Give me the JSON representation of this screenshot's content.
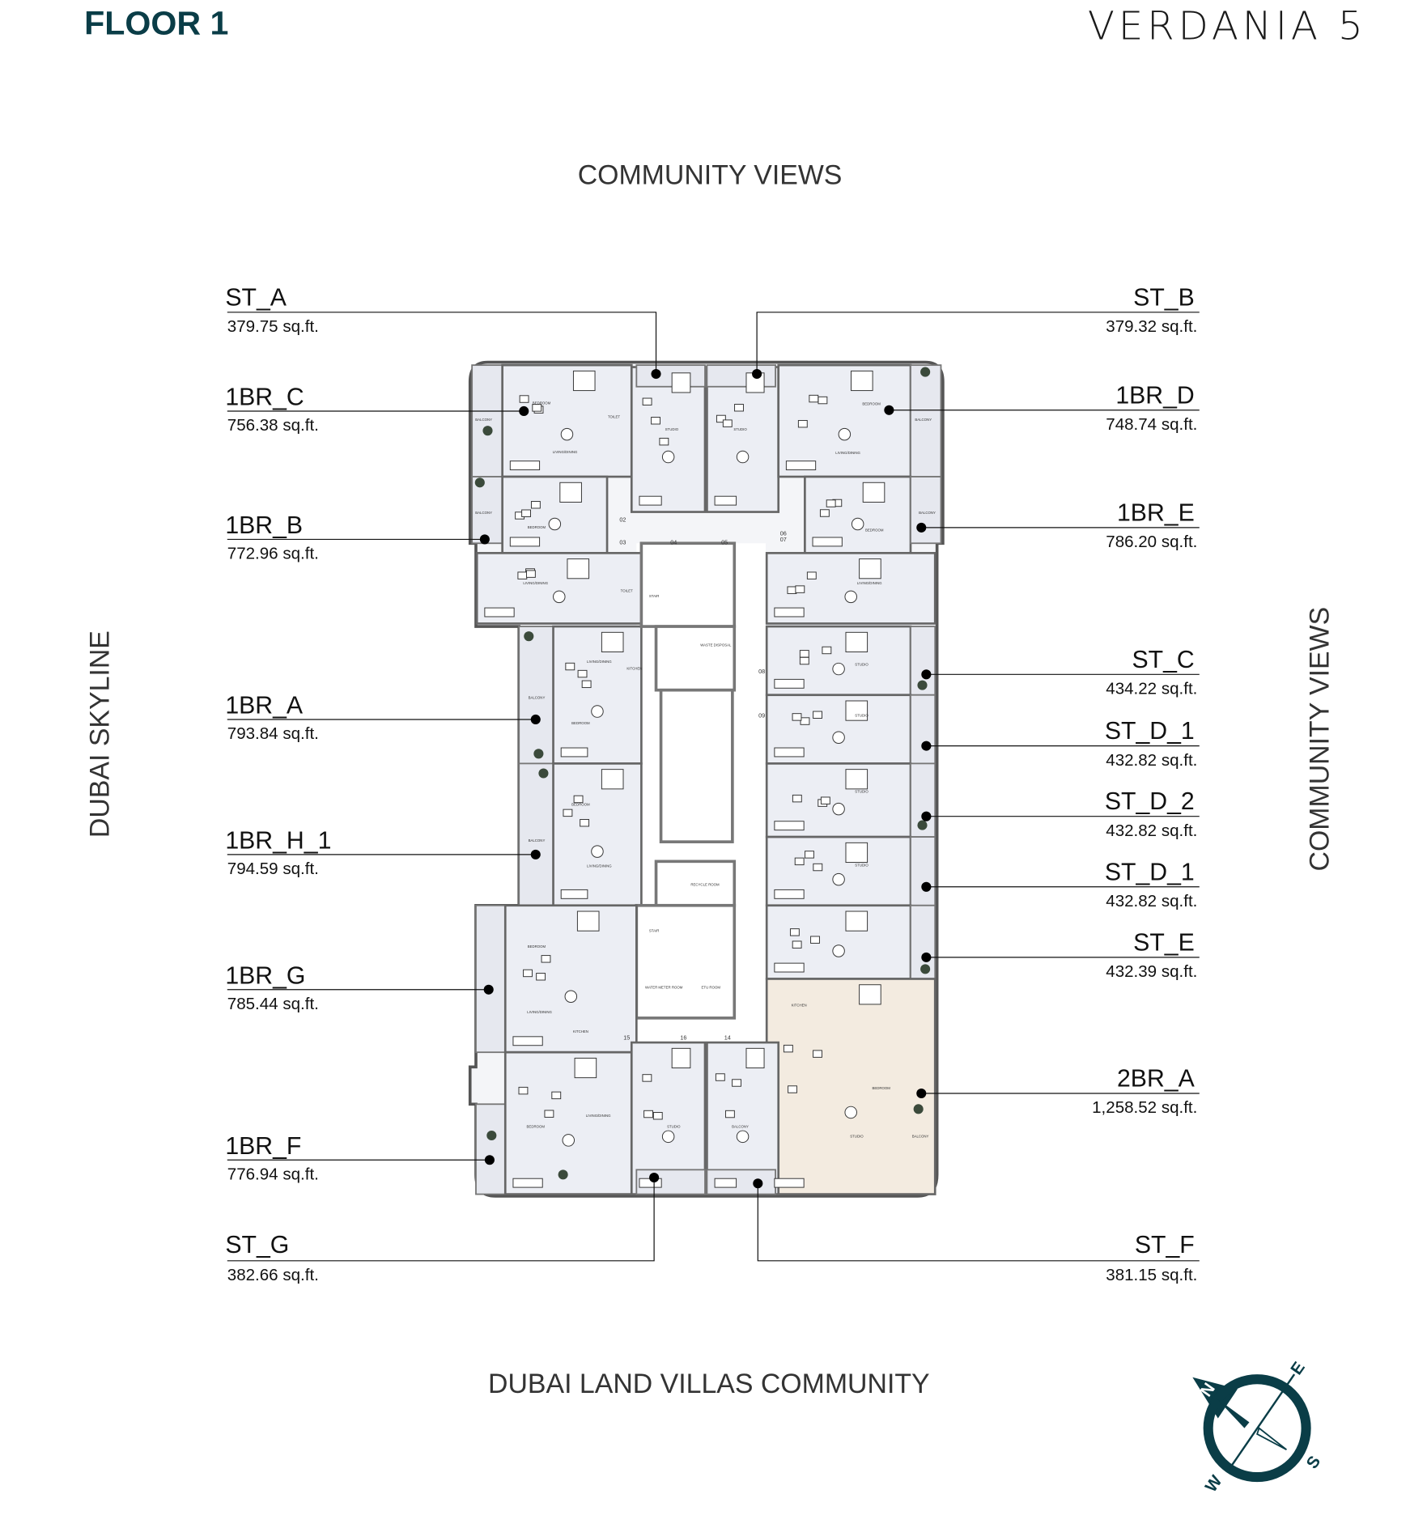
{
  "header": {
    "floor_title": "FLOOR 1",
    "project_name": "VERDANIA 5"
  },
  "views": {
    "top": "COMMUNITY VIEWS",
    "left": "DUBAI SKYLINE",
    "right": "COMMUNITY VIEWS",
    "bottom": "DUBAI LAND VILLAS COMMUNITY"
  },
  "units_left": [
    {
      "name": "ST_A",
      "area": "379.75 sq.ft."
    },
    {
      "name": "1BR_C",
      "area": "756.38 sq.ft."
    },
    {
      "name": "1BR_B",
      "area": "772.96 sq.ft."
    },
    {
      "name": "1BR_A",
      "area": "793.84 sq.ft."
    },
    {
      "name": "1BR_H_1",
      "area": "794.59 sq.ft."
    },
    {
      "name": "1BR_G",
      "area": "785.44 sq.ft."
    },
    {
      "name": "1BR_F",
      "area": "776.94 sq.ft."
    },
    {
      "name": "ST_G",
      "area": "382.66 sq.ft."
    }
  ],
  "units_right": [
    {
      "name": "ST_B",
      "area": "379.32 sq.ft."
    },
    {
      "name": "1BR_D",
      "area": "748.74 sq.ft."
    },
    {
      "name": "1BR_E",
      "area": "786.20 sq.ft."
    },
    {
      "name": "ST_C",
      "area": "434.22 sq.ft."
    },
    {
      "name": "ST_D_1",
      "area": "432.82 sq.ft."
    },
    {
      "name": "ST_D_2",
      "area": "432.82 sq.ft."
    },
    {
      "name": "ST_D_1",
      "area": "432.82 sq.ft."
    },
    {
      "name": "ST_E",
      "area": "432.39 sq.ft."
    },
    {
      "name": "2BR_A",
      "area": "1,258.52 sq.ft."
    },
    {
      "name": "ST_F",
      "area": "381.15 sq.ft."
    }
  ],
  "plan": {
    "room_labels": [
      "BALCONY",
      "BALCONY",
      "BEDROOM",
      "BEDROOM",
      "TOILET",
      "TOILET",
      "LIVING/DINING",
      "LIVING/DINING",
      "STUDIO",
      "STUDIO",
      "BALCONY",
      "BEDROOM",
      "BEDROOM",
      "BALCONY",
      "LIVING/DINING",
      "LIVING/DINING",
      "STAIR",
      "WASTE DISPOSAL",
      "KITCHEN",
      "LIVING/DINING",
      "STUDIO",
      "STUDIO",
      "BEDROOM",
      "BALCONY",
      "BEDROOM",
      "BALCONY",
      "RECYCLE ROOM",
      "LIVING/DINING",
      "STUDIO",
      "STUDIO",
      "STAIR",
      "WATER METER ROOM",
      "ETU ROOM",
      "BEDROOM",
      "LIVING/DINING",
      "KITCHEN",
      "LIVING/DINING",
      "BEDROOM",
      "BEDROOM",
      "STUDIO",
      "STUDIO",
      "BALCONY",
      "BALCONY",
      "KITCHEN"
    ],
    "door_numbers": [
      "02",
      "03",
      "04",
      "05",
      "06",
      "07",
      "08",
      "09",
      "15",
      "16",
      "14"
    ]
  },
  "compass": {
    "n": "N",
    "e": "E",
    "s": "S",
    "w": "W",
    "color": "#0a3d47"
  }
}
